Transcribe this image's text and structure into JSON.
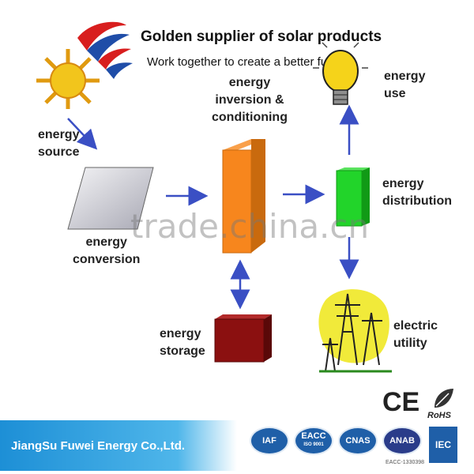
{
  "header": {
    "title": "Golden supplier of solar products",
    "subtitle": "Work together to create a better future"
  },
  "diagram": {
    "labels": {
      "energy_source": [
        "energy",
        "source"
      ],
      "energy_conversion": [
        "energy",
        "conversion"
      ],
      "energy_inversion": [
        "energy",
        "inversion &",
        "conditioning"
      ],
      "energy_storage": [
        "energy",
        "storage"
      ],
      "energy_use": [
        "energy",
        "use"
      ],
      "energy_distribution": [
        "energy",
        "distribution"
      ],
      "electric_utility": [
        "electric",
        "utility"
      ]
    },
    "colors": {
      "arrow": "#3a4fc4",
      "inverter": "#f7861d",
      "distribution": "#22d42a",
      "storage": "#8b1010",
      "panel": "#c8c8d0",
      "bulb": "#f5d31a",
      "sun": "#f2c51c"
    }
  },
  "watermark": "trade.china.cn",
  "footer": {
    "company": "JiangSu Fuwei Energy Co.,Ltd.",
    "bar_color": "#1d8fd6"
  },
  "certifications": {
    "marks": [
      "CE",
      "RoHS"
    ],
    "logos": [
      "IAF",
      "EACC",
      "CNAS",
      "ANAB",
      "IEC"
    ],
    "eacc_sub": "ISO 9001",
    "note": "EACC-1330398"
  }
}
